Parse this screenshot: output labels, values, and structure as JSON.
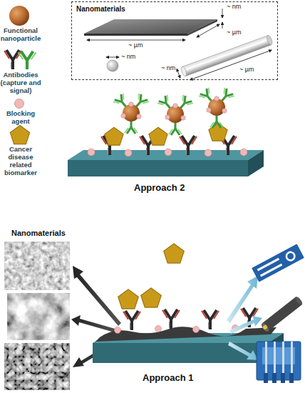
{
  "diagram": {
    "nodes": [
      {
        "text": [
          "Nanomaterials"
        ]
      }
    ],
    "labels": [
      "~ nm",
      "~ µm",
      "~ µm",
      "~ nm",
      "~ nm",
      "~ µm",
      "Approach 2",
      "Nanomaterials",
      "Approach 1"
    ],
    "legend": [
      {
        "text": "Functional nanoparticle"
      },
      {
        "text": "Antibodies (capture and signal)"
      },
      {
        "text": "Blocking agent"
      },
      {
        "text": "Cancer disease related biomarker"
      }
    ]
  }
}
